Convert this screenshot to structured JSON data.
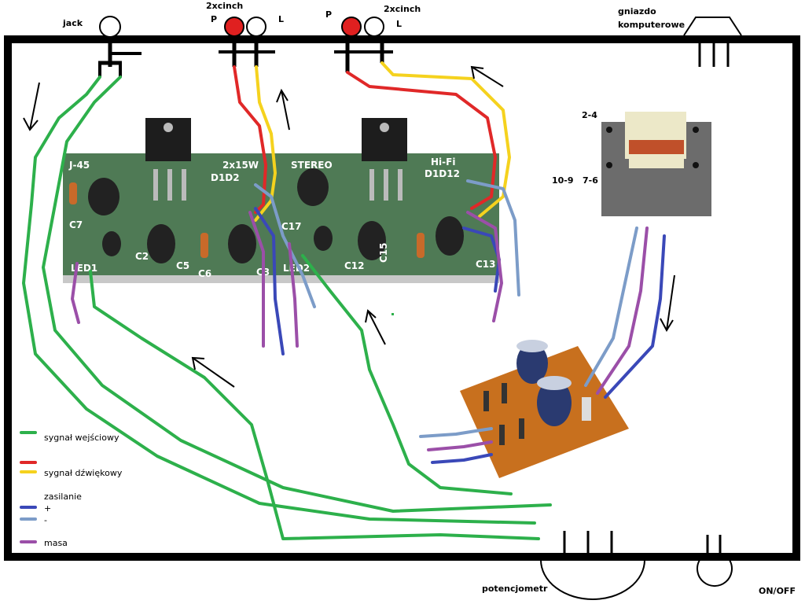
{
  "labels": {
    "jack": "jack",
    "cinch_left": "2xcinch",
    "cinch_left_p": "P",
    "cinch_left_l": "L",
    "cinch_right": "2xcinch",
    "cinch_right_p": "P",
    "cinch_right_l": "L",
    "computer_socket_line1": "gniazdo",
    "computer_socket_line2": "komputerowe",
    "transformer_pins_top": "2-4",
    "transformer_pins_left": "10-9   7-6",
    "potentiometer": "potencjometr",
    "switch": "ON/OFF"
  },
  "pcb": {
    "silkscreen": [
      "J-45",
      "2x15W",
      "STEREO",
      "Hi-Fi",
      "D1D2",
      "D1D12",
      "C7",
      "C2",
      "C5",
      "C6",
      "C3",
      "C17",
      "C12",
      "C15",
      "C13",
      "LED1",
      "LED2"
    ]
  },
  "legend": [
    {
      "label": "sygnał wejściowy",
      "colors": [
        "#2db04b"
      ]
    },
    {
      "label": "sygnał dźwiękowy",
      "colors": [
        "#e02828",
        "#f5d21e"
      ]
    },
    {
      "label": "zasilanie",
      "colors": []
    },
    {
      "label": "+",
      "colors": [
        "#3a48b8"
      ]
    },
    {
      "label": "-",
      "colors": [
        "#7c9cc8"
      ]
    },
    {
      "label": "masa",
      "colors": [
        "#9b4fa8"
      ]
    }
  ],
  "colors": {
    "input_signal": "#2db04b",
    "audio_red": "#e02828",
    "audio_yellow": "#f5d21e",
    "power_plus": "#3a48b8",
    "power_minus": "#7c9cc8",
    "ground": "#9b4fa8",
    "pcb_green": "#4f7a55",
    "psu_board": "#c8701e"
  }
}
